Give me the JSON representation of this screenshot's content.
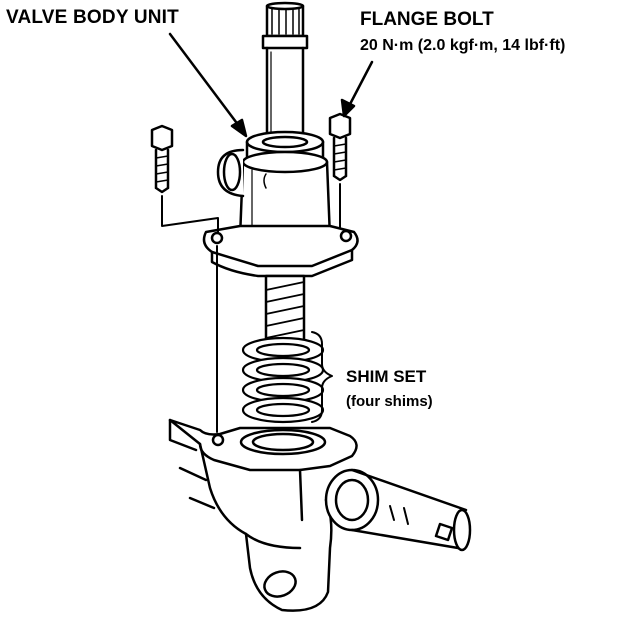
{
  "labels": {
    "valve_body_unit": "VALVE BODY UNIT",
    "flange_bolt": "FLANGE BOLT",
    "flange_bolt_torque": "20 N·m (2.0 kgf·m, 14 lbf·ft)",
    "shim_set": "SHIM SET",
    "shim_set_note": "(four shims)"
  },
  "colors": {
    "ink": "#000000",
    "paper": "#ffffff"
  }
}
